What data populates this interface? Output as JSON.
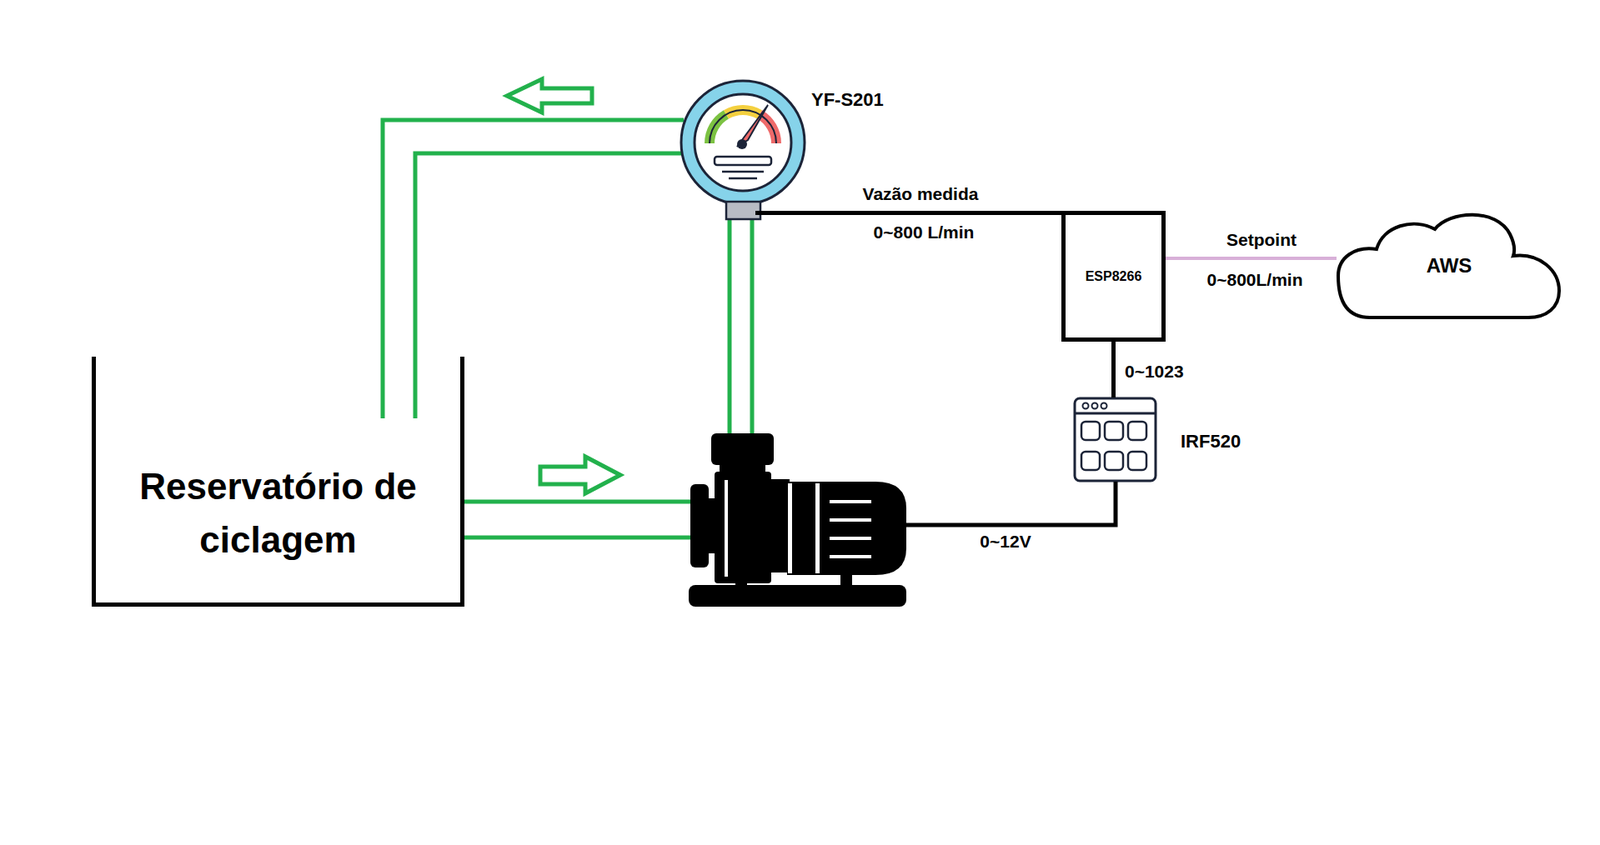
{
  "diagram": {
    "nodes": [
      {
        "text": [
          "Reservatório de ciclagem"
        ]
      },
      {
        "text": [
          "YF-S201"
        ]
      },
      {
        "text": [
          "ESP8266"
        ]
      },
      {
        "text": [
          "IRF520"
        ]
      },
      {
        "text": [
          "AWS"
        ]
      }
    ],
    "edges": [
      {
        "from": 1,
        "to": 2,
        "arrow": "none",
        "label": "Vazão medida"
      },
      {
        "from": 4,
        "to": 2,
        "arrow": "none",
        "label": "Setpoint"
      },
      {
        "from": 2,
        "to": 3,
        "arrow": "none",
        "label": "0~1023"
      }
    ],
    "labels": [
      "0~800 L/min",
      "0~800L/min",
      "0~12V"
    ]
  }
}
